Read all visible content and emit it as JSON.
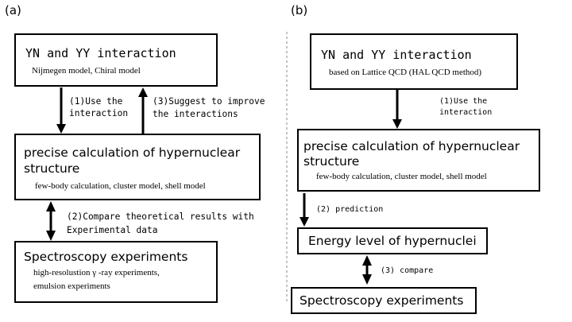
{
  "panel_a": {
    "label": "(a)",
    "box1": {
      "title": "YN and YY interaction",
      "subtitle": "Nijmegen model, Chiral model"
    },
    "arrow_use": {
      "line1": "(1)Use the",
      "line2": "interaction"
    },
    "arrow_suggest": {
      "line1": "(3)Suggest to improve",
      "line2": "the interactions"
    },
    "box2": {
      "title_line1": "precise calculation of hypernuclear",
      "title_line2": "structure",
      "subtitle": "few-body calculation, cluster model, shell model"
    },
    "arrow_compare": {
      "line1": "(2)Compare theoretical results with",
      "line2": "Experimental data"
    },
    "box3": {
      "title": "Spectroscopy experiments",
      "line1": "high-resolustion  γ -ray experiments,",
      "line2": "emulsion experiments"
    }
  },
  "panel_b": {
    "label": "(b)",
    "box1": {
      "title": "YN and YY interaction",
      "subtitle": "based on Lattice QCD (HAL QCD method)"
    },
    "arrow_use": {
      "line1": "(1)Use the",
      "line2": "interaction"
    },
    "box2": {
      "title_line1": "precise calculation of hypernuclear",
      "title_line2": "structure",
      "subtitle": "few-body calculation, cluster model, shell model"
    },
    "arrow_predict": {
      "line1": "(2)  prediction"
    },
    "box3": {
      "title": "Energy level of hypernuclei"
    },
    "arrow_compare": {
      "line1": "(3)  compare"
    },
    "box4": {
      "title": "Spectroscopy experiments"
    }
  },
  "colors": {
    "stroke": "#000000",
    "divider": "#888888",
    "background": "#ffffff"
  }
}
